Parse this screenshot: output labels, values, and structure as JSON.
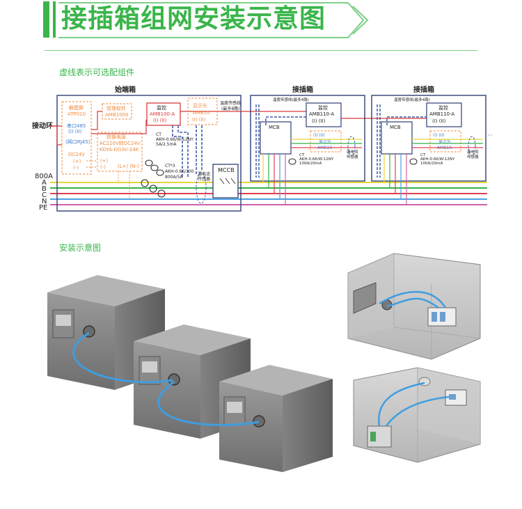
{
  "header": {
    "title": "接插箱组网安装示意图",
    "accent_color": "#3ab54a",
    "outline_color": "#7ccf86"
  },
  "wiring": {
    "section_label": "虚线表示可选配组件",
    "start_box": {
      "title": "始端箱",
      "touchscreen": "触摸屏",
      "touchscreen_model": "ATP010",
      "serial": "串口485",
      "serial_ports": "(I)  (II)",
      "network": "(网口RJ45)",
      "dc24": "DC24V",
      "plus": "(+)",
      "minus": "(-)",
      "mgmt_software": "管理软件",
      "mgmt_model": "AMB1000",
      "power_title": "转换电源",
      "power_spec": "AC220V转DC24V",
      "power_model": "KDYA-DG30-24K",
      "power_plus": "(+)",
      "power_minus": "(-)",
      "power_ln": "(L+) (N-)",
      "monitor": "监控",
      "monitor_model": "AMB100-A",
      "monitor_ports": "(I)  (II)",
      "display": "显示头",
      "display_model": "AMB10",
      "display_ports": "(I)  (II)",
      "temp_line": "温度传感线\n(最多8路)",
      "ct_label": "CT",
      "ct_spec": "AKH-0.66/W-12NY",
      "ct_spec2": "5A/2.5mA",
      "ct3_label": "CT*3",
      "ct3_spec": "AKH-0.66/100",
      "ct3_spec2": "800A/5A",
      "leak": "漏电流",
      "leak2": "传感器",
      "mccb": "MCCB"
    },
    "ring_label": "接动环",
    "bus_labels": [
      "800A",
      "A",
      "B",
      "C",
      "N",
      "PE"
    ],
    "plug_box": {
      "title": "接插箱",
      "temp_line": "温度传感线(最多4路)",
      "mcb": "MCB",
      "monitor": "监控",
      "monitor_model": "AMB110-A",
      "monitor_ports": "(I)  (II)",
      "display": "显示头",
      "display_ports": "(I)  (II)",
      "display_model": "AMB10",
      "ct": "CT",
      "ct_spec": "AKH-0.66/W-12NY",
      "ct_spec2": "100A/20mA",
      "leak": "漏电流",
      "leak2": "传感器"
    },
    "colors": {
      "A": "#e8d43a",
      "B": "#33b04a",
      "C": "#e04050",
      "N": "#4aa0e0",
      "PE": "#d060a8",
      "box_outline": "#2d3e73",
      "dashed_orange": "#f08a3c",
      "dashed_blue": "#3d5da8",
      "red_line": "#d83a3a"
    }
  },
  "install": {
    "section_label": "安装示意图",
    "cable_color": "#3f9de0"
  }
}
